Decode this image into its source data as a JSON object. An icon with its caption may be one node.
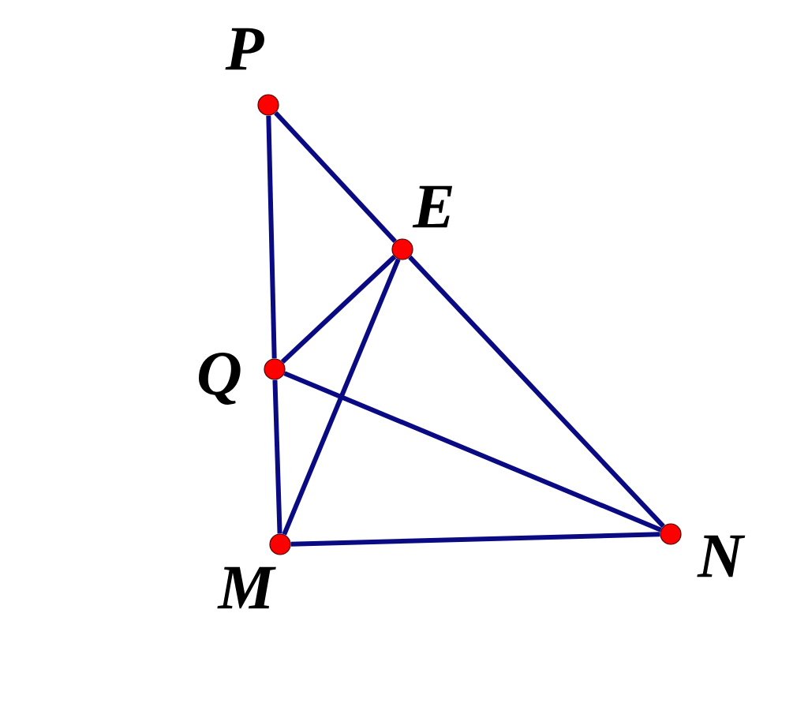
{
  "diagram": {
    "nodes": [
      {
        "text": [],
        "shape": "circle",
        "beside": [
          "P"
        ]
      },
      {
        "text": [],
        "shape": "circle",
        "beside": [
          "E"
        ]
      },
      {
        "text": [],
        "shape": "circle",
        "beside": [
          "Q"
        ]
      },
      {
        "text": [],
        "shape": "circle",
        "beside": [
          "M"
        ]
      },
      {
        "text": [],
        "shape": "circle",
        "beside": [
          "N"
        ]
      }
    ],
    "edges": [
      {
        "from": 0,
        "to": 1,
        "arrow": "none"
      },
      {
        "from": 1,
        "to": 4,
        "arrow": "none"
      },
      {
        "from": 0,
        "to": 2,
        "arrow": "none"
      },
      {
        "from": 2,
        "to": 3,
        "arrow": "none"
      },
      {
        "from": 2,
        "to": 1,
        "arrow": "none"
      },
      {
        "from": 3,
        "to": 1,
        "arrow": "none"
      },
      {
        "from": 2,
        "to": 4,
        "arrow": "none"
      },
      {
        "from": 3,
        "to": 4,
        "arrow": "none"
      }
    ]
  }
}
